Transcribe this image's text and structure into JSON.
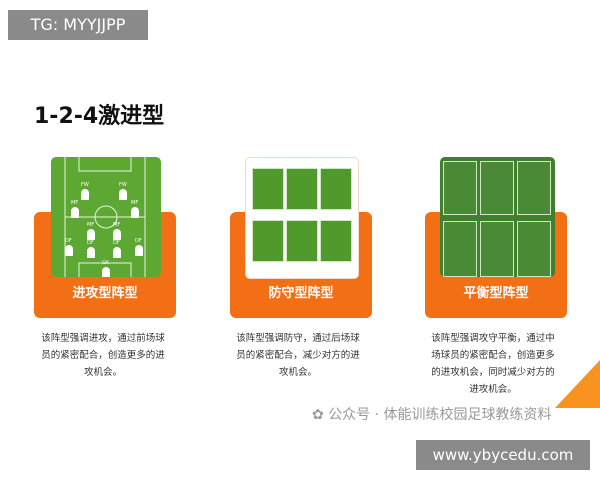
{
  "badge": "TG: MYYJJPP",
  "title": "1-2-4激进型",
  "cards": [
    {
      "label": "进攻型阵型",
      "desc": "该阵型强调进攻，通过前场球员的紧密配合，创造更多的进攻机会。",
      "positions": [
        "FW",
        "FW",
        "MF",
        "MF",
        "MF",
        "MF",
        "DF",
        "DF",
        "DF",
        "DF",
        "GK"
      ]
    },
    {
      "label": "防守型阵型",
      "desc": "该阵型强调防守，通过后场球员的紧密配合，减少对方的进攻机会。"
    },
    {
      "label": "平衡型阵型",
      "desc": "该阵型强调攻守平衡，通过中场球员的紧密配合，创造更多的进攻机会，同时减少对方的进攻机会。"
    }
  ],
  "watermark": "公众号 · 体能训练校园足球教练资料",
  "site": "www.ybycedu.com",
  "colors": {
    "orange": "#f36f16",
    "pitch": "#5da832"
  }
}
